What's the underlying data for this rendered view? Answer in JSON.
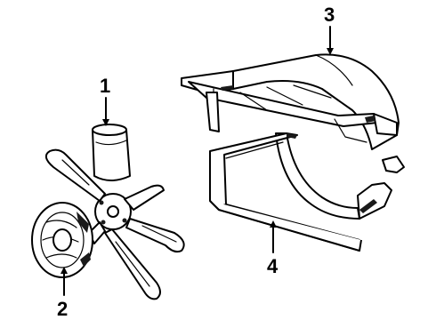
{
  "callouts": {
    "fan_blade": "1",
    "fan_clutch": "2",
    "upper_shroud": "3",
    "lower_shroud": "4"
  }
}
